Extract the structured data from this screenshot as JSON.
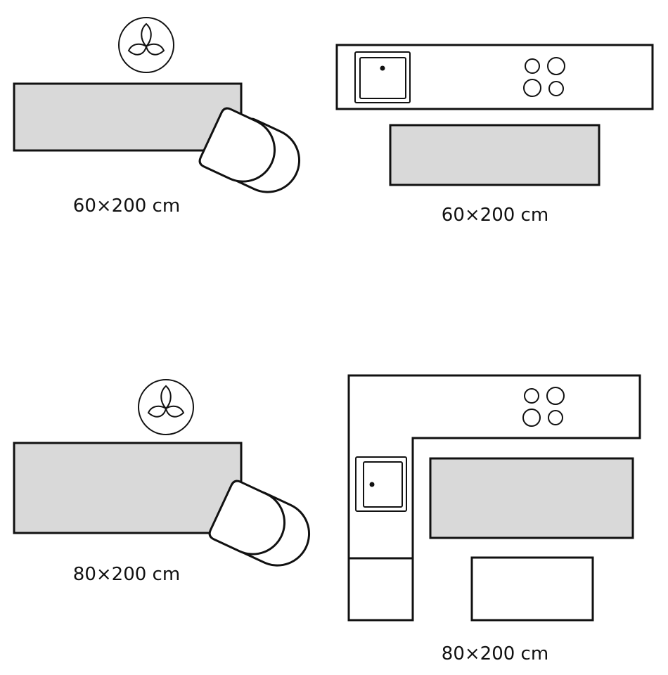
{
  "layouts": [
    {
      "id": "dining-small",
      "label": "60×200 cm"
    },
    {
      "id": "kitchen-straight",
      "label": "60×200 cm"
    },
    {
      "id": "dining-large",
      "label": "80×200 cm"
    },
    {
      "id": "kitchen-l-shaped",
      "label": "80×200 cm"
    }
  ],
  "colors": {
    "rug": "#d9d9d9",
    "outline": "#111111",
    "background": "#ffffff"
  }
}
